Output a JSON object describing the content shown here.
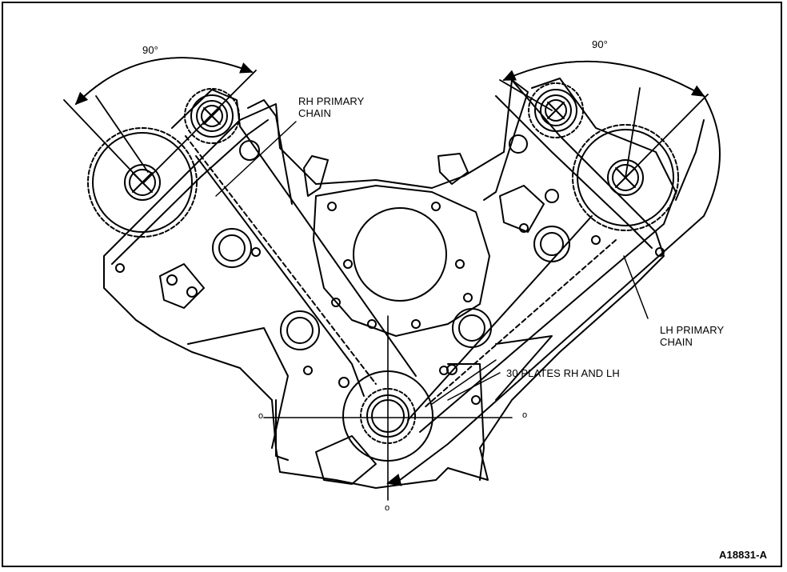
{
  "figure": {
    "figure_code": "A18831-A",
    "subject": "Primary timing chain installation (V-engine front view)"
  },
  "labels": {
    "angle_left": "90°",
    "angle_right": "90°",
    "rh_primary_chain": "RH PRIMARY\nCHAIN",
    "lh_primary_chain": "LH PRIMARY\nCHAIN",
    "plates": "30 PLATES RH AND LH",
    "timing_mark_left": "o",
    "timing_mark_right": "o",
    "timing_mark_bottom": "o"
  },
  "colors": {
    "ink": "#000000",
    "paper": "#ffffff"
  }
}
